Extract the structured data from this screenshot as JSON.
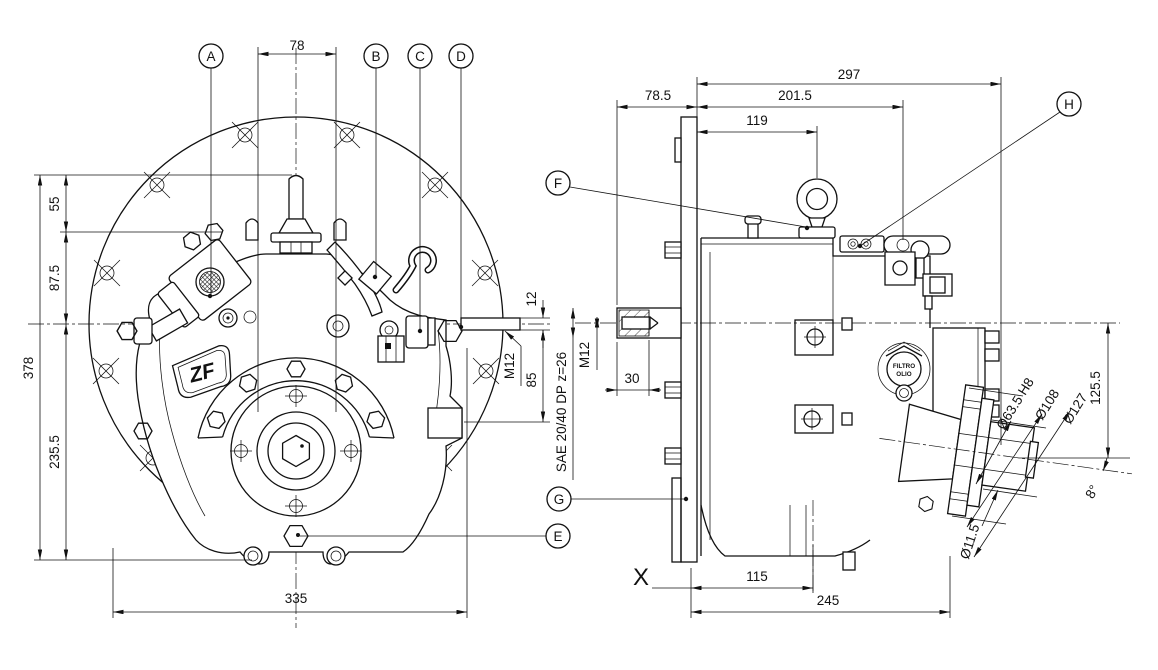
{
  "callouts": {
    "a": "A",
    "b": "B",
    "c": "C",
    "d": "D",
    "e": "E",
    "f": "F",
    "g": "G",
    "h": "H"
  },
  "front_view": {
    "dim_top_width": "78",
    "dim_left_55": "55",
    "dim_left_87_5": "87.5",
    "dim_left_total": "378",
    "dim_left_235_5": "235.5",
    "dim_bottom_width": "335",
    "dim_stud_dia": "12",
    "stud_thread": "M12",
    "dim_stud_offset": "85",
    "logo": "ZF"
  },
  "side_view": {
    "dim_total_length": "297",
    "dim_front_overhang": "78.5",
    "dim_mid_length": "201.5",
    "dim_eyebolt_offset": "119",
    "shaft_thread": "M12",
    "dim_spline_length": "30",
    "spline_spec": "SAE 20/40 DP z=26",
    "dim_bottom_115": "115",
    "dim_bottom_245": "245",
    "dia_bore": "Ø63.5 H8",
    "dia_spigot": "Ø108",
    "dia_flange": "Ø127",
    "dim_output_drop": "125.5",
    "dia_bolt_hole": "Ø11.5",
    "angle_output": "8°",
    "filter_label_top": "FILTRO",
    "filter_label_bottom": "OLIO",
    "datum_mark": "X"
  }
}
